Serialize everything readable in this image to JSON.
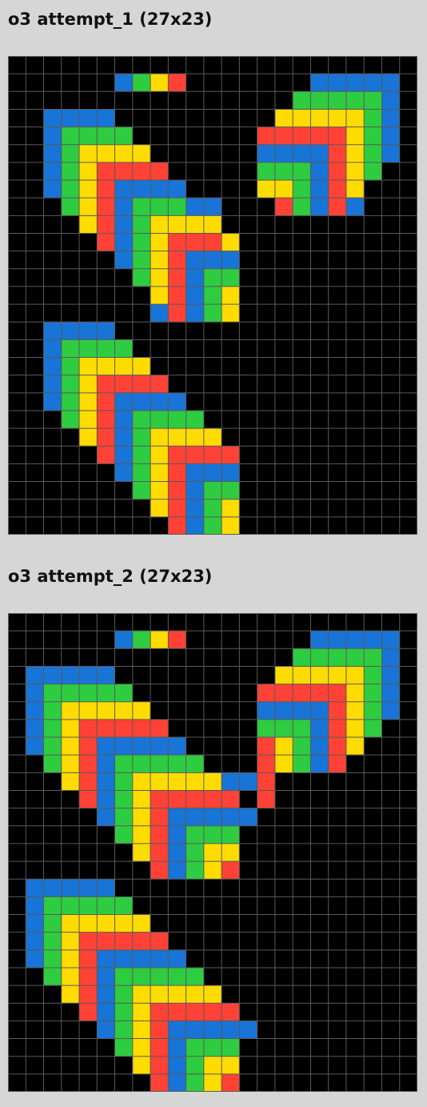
{
  "panels": [
    {
      "title": "o3 attempt_1 (27x23)",
      "rows": 27,
      "cols": 23,
      "rects": [
        {
          "c": "blue",
          "r0": 1,
          "r1": 1,
          "c0": 6,
          "c1": 6
        },
        {
          "c": "green",
          "r0": 1,
          "r1": 1,
          "c0": 7,
          "c1": 7
        },
        {
          "c": "yellow",
          "r0": 1,
          "r1": 1,
          "c0": 8,
          "c1": 8
        },
        {
          "c": "red",
          "r0": 1,
          "r1": 1,
          "c0": 9,
          "c1": 9
        },
        {
          "c": "blue",
          "r0": 3,
          "r1": 3,
          "c0": 2,
          "c1": 5
        },
        {
          "c": "blue",
          "r0": 4,
          "r1": 7,
          "c0": 2,
          "c1": 2
        },
        {
          "c": "green",
          "r0": 4,
          "r1": 4,
          "c0": 3,
          "c1": 6
        },
        {
          "c": "green",
          "r0": 5,
          "r1": 8,
          "c0": 3,
          "c1": 3
        },
        {
          "c": "yellow",
          "r0": 5,
          "r1": 5,
          "c0": 4,
          "c1": 7
        },
        {
          "c": "yellow",
          "r0": 6,
          "r1": 9,
          "c0": 4,
          "c1": 4
        },
        {
          "c": "red",
          "r0": 6,
          "r1": 6,
          "c0": 5,
          "c1": 8
        },
        {
          "c": "red",
          "r0": 7,
          "r1": 10,
          "c0": 5,
          "c1": 5
        },
        {
          "c": "blue",
          "r0": 7,
          "r1": 7,
          "c0": 6,
          "c1": 9
        },
        {
          "c": "blue",
          "r0": 8,
          "r1": 11,
          "c0": 6,
          "c1": 6
        },
        {
          "c": "green",
          "r0": 8,
          "r1": 8,
          "c0": 7,
          "c1": 9
        },
        {
          "c": "blue",
          "r0": 8,
          "r1": 8,
          "c0": 10,
          "c1": 11
        },
        {
          "c": "green",
          "r0": 9,
          "r1": 12,
          "c0": 7,
          "c1": 7
        },
        {
          "c": "yellow",
          "r0": 9,
          "r1": 9,
          "c0": 8,
          "c1": 11
        },
        {
          "c": "yellow",
          "r0": 10,
          "r1": 13,
          "c0": 8,
          "c1": 8
        },
        {
          "c": "red",
          "r0": 10,
          "r1": 10,
          "c0": 9,
          "c1": 11
        },
        {
          "c": "yellow",
          "r0": 10,
          "r1": 10,
          "c0": 12,
          "c1": 12
        },
        {
          "c": "red",
          "r0": 11,
          "r1": 14,
          "c0": 9,
          "c1": 9
        },
        {
          "c": "blue",
          "r0": 11,
          "r1": 11,
          "c0": 10,
          "c1": 12
        },
        {
          "c": "blue",
          "r0": 12,
          "r1": 14,
          "c0": 10,
          "c1": 10
        },
        {
          "c": "green",
          "r0": 12,
          "r1": 12,
          "c0": 11,
          "c1": 12
        },
        {
          "c": "green",
          "r0": 13,
          "r1": 14,
          "c0": 11,
          "c1": 11
        },
        {
          "c": "yellow",
          "r0": 13,
          "r1": 14,
          "c0": 12,
          "c1": 12
        },
        {
          "c": "blue",
          "r0": 14,
          "r1": 14,
          "c0": 8,
          "c1": 8
        },
        {
          "c": "blue",
          "r0": 1,
          "r1": 1,
          "c0": 17,
          "c1": 21
        },
        {
          "c": "blue",
          "r0": 2,
          "r1": 5,
          "c0": 21,
          "c1": 21
        },
        {
          "c": "green",
          "r0": 2,
          "r1": 2,
          "c0": 16,
          "c1": 20
        },
        {
          "c": "green",
          "r0": 3,
          "r1": 6,
          "c0": 20,
          "c1": 20
        },
        {
          "c": "yellow",
          "r0": 3,
          "r1": 3,
          "c0": 15,
          "c1": 19
        },
        {
          "c": "yellow",
          "r0": 4,
          "r1": 7,
          "c0": 19,
          "c1": 19
        },
        {
          "c": "red",
          "r0": 4,
          "r1": 4,
          "c0": 14,
          "c1": 18
        },
        {
          "c": "red",
          "r0": 5,
          "r1": 8,
          "c0": 18,
          "c1": 18
        },
        {
          "c": "blue",
          "r0": 5,
          "r1": 5,
          "c0": 14,
          "c1": 17
        },
        {
          "c": "blue",
          "r0": 6,
          "r1": 8,
          "c0": 17,
          "c1": 17
        },
        {
          "c": "green",
          "r0": 6,
          "r1": 6,
          "c0": 14,
          "c1": 16
        },
        {
          "c": "green",
          "r0": 7,
          "r1": 8,
          "c0": 16,
          "c1": 16
        },
        {
          "c": "yellow",
          "r0": 7,
          "r1": 7,
          "c0": 14,
          "c1": 15
        },
        {
          "c": "yellow",
          "r0": 8,
          "r1": 8,
          "c0": 15,
          "c1": 15
        },
        {
          "c": "red",
          "r0": 8,
          "r1": 8,
          "c0": 15,
          "c1": 15
        },
        {
          "c": "green",
          "r0": 8,
          "r1": 8,
          "c0": 16,
          "c1": 16
        },
        {
          "c": "blue",
          "r0": 8,
          "r1": 8,
          "c0": 17,
          "c1": 17
        },
        {
          "c": "red",
          "r0": 8,
          "r1": 8,
          "c0": 18,
          "c1": 18
        },
        {
          "c": "blue",
          "r0": 8,
          "r1": 8,
          "c0": 19,
          "c1": 19
        },
        {
          "c": "blue",
          "r0": 15,
          "r1": 15,
          "c0": 2,
          "c1": 5
        },
        {
          "c": "blue",
          "r0": 16,
          "r1": 19,
          "c0": 2,
          "c1": 2
        },
        {
          "c": "green",
          "r0": 16,
          "r1": 16,
          "c0": 3,
          "c1": 6
        },
        {
          "c": "green",
          "r0": 17,
          "r1": 20,
          "c0": 3,
          "c1": 3
        },
        {
          "c": "yellow",
          "r0": 17,
          "r1": 17,
          "c0": 4,
          "c1": 7
        },
        {
          "c": "yellow",
          "r0": 18,
          "r1": 21,
          "c0": 4,
          "c1": 4
        },
        {
          "c": "red",
          "r0": 18,
          "r1": 18,
          "c0": 5,
          "c1": 8
        },
        {
          "c": "red",
          "r0": 19,
          "r1": 22,
          "c0": 5,
          "c1": 5
        },
        {
          "c": "blue",
          "r0": 19,
          "r1": 19,
          "c0": 6,
          "c1": 9
        },
        {
          "c": "blue",
          "r0": 20,
          "r1": 23,
          "c0": 6,
          "c1": 6
        },
        {
          "c": "green",
          "r0": 20,
          "r1": 20,
          "c0": 7,
          "c1": 10
        },
        {
          "c": "green",
          "r0": 21,
          "r1": 24,
          "c0": 7,
          "c1": 7
        },
        {
          "c": "yellow",
          "r0": 21,
          "r1": 21,
          "c0": 8,
          "c1": 11
        },
        {
          "c": "yellow",
          "r0": 22,
          "r1": 25,
          "c0": 8,
          "c1": 8
        },
        {
          "c": "red",
          "r0": 22,
          "r1": 22,
          "c0": 9,
          "c1": 12
        },
        {
          "c": "red",
          "r0": 23,
          "r1": 26,
          "c0": 9,
          "c1": 9
        },
        {
          "c": "blue",
          "r0": 23,
          "r1": 23,
          "c0": 10,
          "c1": 12
        },
        {
          "c": "blue",
          "r0": 24,
          "r1": 26,
          "c0": 10,
          "c1": 10
        },
        {
          "c": "green",
          "r0": 24,
          "r1": 24,
          "c0": 11,
          "c1": 12
        },
        {
          "c": "green",
          "r0": 25,
          "r1": 26,
          "c0": 11,
          "c1": 11
        },
        {
          "c": "yellow",
          "r0": 25,
          "r1": 26,
          "c0": 12,
          "c1": 12
        }
      ]
    },
    {
      "title": "o3 attempt_2 (27x23)",
      "rows": 27,
      "cols": 23,
      "rects": [
        {
          "c": "blue",
          "r0": 1,
          "r1": 1,
          "c0": 6,
          "c1": 6
        },
        {
          "c": "green",
          "r0": 1,
          "r1": 1,
          "c0": 7,
          "c1": 7
        },
        {
          "c": "yellow",
          "r0": 1,
          "r1": 1,
          "c0": 8,
          "c1": 8
        },
        {
          "c": "red",
          "r0": 1,
          "r1": 1,
          "c0": 9,
          "c1": 9
        },
        {
          "c": "blue",
          "r0": 3,
          "r1": 3,
          "c0": 1,
          "c1": 5
        },
        {
          "c": "blue",
          "r0": 4,
          "r1": 7,
          "c0": 1,
          "c1": 1
        },
        {
          "c": "green",
          "r0": 4,
          "r1": 4,
          "c0": 2,
          "c1": 6
        },
        {
          "c": "green",
          "r0": 5,
          "r1": 8,
          "c0": 2,
          "c1": 2
        },
        {
          "c": "yellow",
          "r0": 5,
          "r1": 5,
          "c0": 3,
          "c1": 7
        },
        {
          "c": "yellow",
          "r0": 6,
          "r1": 9,
          "c0": 3,
          "c1": 3
        },
        {
          "c": "red",
          "r0": 6,
          "r1": 6,
          "c0": 4,
          "c1": 8
        },
        {
          "c": "red",
          "r0": 7,
          "r1": 10,
          "c0": 4,
          "c1": 4
        },
        {
          "c": "blue",
          "r0": 7,
          "r1": 7,
          "c0": 5,
          "c1": 9
        },
        {
          "c": "blue",
          "r0": 8,
          "r1": 11,
          "c0": 5,
          "c1": 5
        },
        {
          "c": "green",
          "r0": 8,
          "r1": 8,
          "c0": 6,
          "c1": 10
        },
        {
          "c": "green",
          "r0": 9,
          "r1": 12,
          "c0": 6,
          "c1": 6
        },
        {
          "c": "yellow",
          "r0": 9,
          "r1": 9,
          "c0": 7,
          "c1": 11
        },
        {
          "c": "blue",
          "r0": 9,
          "r1": 9,
          "c0": 12,
          "c1": 13
        },
        {
          "c": "red",
          "r0": 9,
          "r1": 10,
          "c0": 14,
          "c1": 14
        },
        {
          "c": "yellow",
          "r0": 10,
          "r1": 13,
          "c0": 7,
          "c1": 7
        },
        {
          "c": "red",
          "r0": 10,
          "r1": 10,
          "c0": 8,
          "c1": 12
        },
        {
          "c": "red",
          "r0": 11,
          "r1": 14,
          "c0": 8,
          "c1": 8
        },
        {
          "c": "blue",
          "r0": 11,
          "r1": 11,
          "c0": 9,
          "c1": 13
        },
        {
          "c": "blue",
          "r0": 12,
          "r1": 14,
          "c0": 9,
          "c1": 9
        },
        {
          "c": "green",
          "r0": 12,
          "r1": 12,
          "c0": 10,
          "c1": 12
        },
        {
          "c": "green",
          "r0": 13,
          "r1": 14,
          "c0": 10,
          "c1": 10
        },
        {
          "c": "yellow",
          "r0": 13,
          "r1": 13,
          "c0": 11,
          "c1": 12
        },
        {
          "c": "yellow",
          "r0": 14,
          "r1": 14,
          "c0": 11,
          "c1": 11
        },
        {
          "c": "red",
          "r0": 14,
          "r1": 14,
          "c0": 12,
          "c1": 12
        },
        {
          "c": "blue",
          "r0": 1,
          "r1": 1,
          "c0": 17,
          "c1": 21
        },
        {
          "c": "blue",
          "r0": 2,
          "r1": 5,
          "c0": 21,
          "c1": 21
        },
        {
          "c": "green",
          "r0": 2,
          "r1": 2,
          "c0": 16,
          "c1": 20
        },
        {
          "c": "green",
          "r0": 3,
          "r1": 6,
          "c0": 20,
          "c1": 20
        },
        {
          "c": "yellow",
          "r0": 3,
          "r1": 3,
          "c0": 15,
          "c1": 19
        },
        {
          "c": "yellow",
          "r0": 4,
          "r1": 7,
          "c0": 19,
          "c1": 19
        },
        {
          "c": "red",
          "r0": 4,
          "r1": 4,
          "c0": 14,
          "c1": 18
        },
        {
          "c": "red",
          "r0": 5,
          "r1": 8,
          "c0": 18,
          "c1": 18
        },
        {
          "c": "blue",
          "r0": 5,
          "r1": 5,
          "c0": 14,
          "c1": 17
        },
        {
          "c": "blue",
          "r0": 6,
          "r1": 8,
          "c0": 17,
          "c1": 17
        },
        {
          "c": "green",
          "r0": 6,
          "r1": 6,
          "c0": 14,
          "c1": 16
        },
        {
          "c": "green",
          "r0": 7,
          "r1": 8,
          "c0": 16,
          "c1": 16
        },
        {
          "c": "yellow",
          "r0": 7,
          "r1": 7,
          "c0": 14,
          "c1": 15
        },
        {
          "c": "yellow",
          "r0": 8,
          "r1": 8,
          "c0": 15,
          "c1": 15
        },
        {
          "c": "red",
          "r0": 7,
          "r1": 9,
          "c0": 14,
          "c1": 14
        },
        {
          "c": "blue",
          "r0": 15,
          "r1": 15,
          "c0": 1,
          "c1": 5
        },
        {
          "c": "blue",
          "r0": 16,
          "r1": 19,
          "c0": 1,
          "c1": 1
        },
        {
          "c": "green",
          "r0": 16,
          "r1": 16,
          "c0": 2,
          "c1": 6
        },
        {
          "c": "green",
          "r0": 17,
          "r1": 20,
          "c0": 2,
          "c1": 2
        },
        {
          "c": "yellow",
          "r0": 17,
          "r1": 17,
          "c0": 3,
          "c1": 7
        },
        {
          "c": "yellow",
          "r0": 18,
          "r1": 21,
          "c0": 3,
          "c1": 3
        },
        {
          "c": "red",
          "r0": 18,
          "r1": 18,
          "c0": 4,
          "c1": 8
        },
        {
          "c": "red",
          "r0": 19,
          "r1": 22,
          "c0": 4,
          "c1": 4
        },
        {
          "c": "blue",
          "r0": 19,
          "r1": 19,
          "c0": 5,
          "c1": 9
        },
        {
          "c": "blue",
          "r0": 20,
          "r1": 23,
          "c0": 5,
          "c1": 5
        },
        {
          "c": "green",
          "r0": 20,
          "r1": 20,
          "c0": 6,
          "c1": 10
        },
        {
          "c": "green",
          "r0": 21,
          "r1": 24,
          "c0": 6,
          "c1": 6
        },
        {
          "c": "yellow",
          "r0": 21,
          "r1": 21,
          "c0": 7,
          "c1": 11
        },
        {
          "c": "yellow",
          "r0": 22,
          "r1": 25,
          "c0": 7,
          "c1": 7
        },
        {
          "c": "red",
          "r0": 22,
          "r1": 22,
          "c0": 8,
          "c1": 12
        },
        {
          "c": "red",
          "r0": 23,
          "r1": 26,
          "c0": 8,
          "c1": 8
        },
        {
          "c": "blue",
          "r0": 23,
          "r1": 23,
          "c0": 9,
          "c1": 13
        },
        {
          "c": "blue",
          "r0": 24,
          "r1": 26,
          "c0": 9,
          "c1": 9
        },
        {
          "c": "green",
          "r0": 24,
          "r1": 24,
          "c0": 10,
          "c1": 12
        },
        {
          "c": "green",
          "r0": 25,
          "r1": 26,
          "c0": 10,
          "c1": 10
        },
        {
          "c": "yellow",
          "r0": 25,
          "r1": 25,
          "c0": 11,
          "c1": 12
        },
        {
          "c": "yellow",
          "r0": 26,
          "r1": 26,
          "c0": 11,
          "c1": 11
        },
        {
          "c": "red",
          "r0": 26,
          "r1": 26,
          "c0": 12,
          "c1": 12
        }
      ]
    }
  ],
  "colors": {
    "background": "#000000",
    "gridline": "#5a5a5a",
    "blue": "#1874d6",
    "green": "#2ecc40",
    "yellow": "#ffdc00",
    "red": "#ff4136"
  }
}
